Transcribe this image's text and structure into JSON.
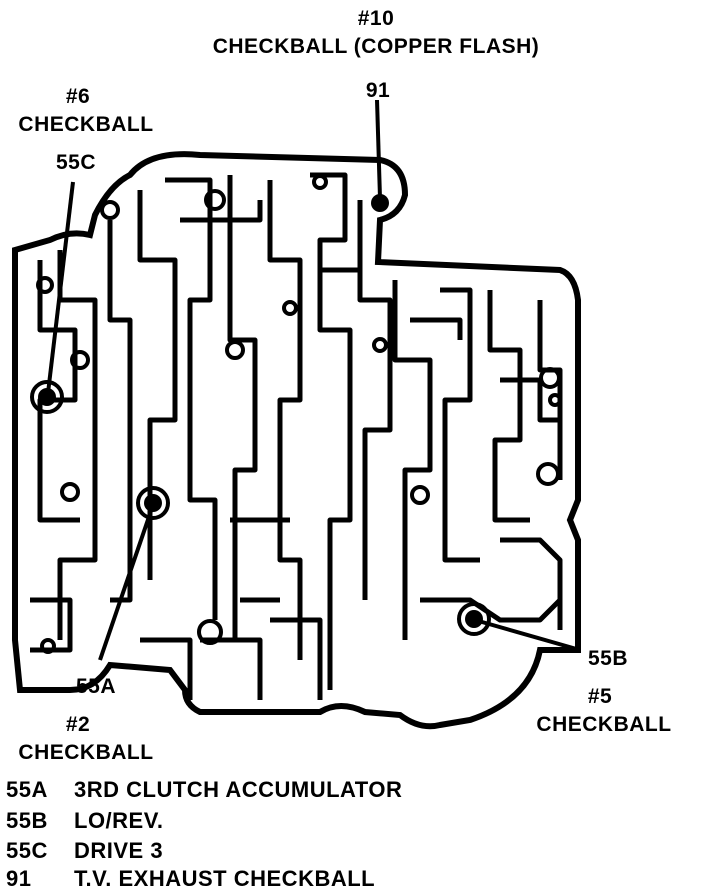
{
  "callouts": {
    "checkball_10": {
      "number": "#10",
      "name": "CHECKBALL (COPPER FLASH)",
      "code": "91"
    },
    "checkball_6": {
      "number": "#6",
      "name": "CHECKBALL",
      "code": "55C"
    },
    "checkball_2": {
      "number": "#2",
      "name": "CHECKBALL",
      "code": "55A"
    },
    "checkball_5": {
      "number": "#5",
      "name": "CHECKBALL",
      "code": "55B"
    }
  },
  "legend": [
    {
      "code": "55A",
      "description": "3RD CLUTCH ACCUMULATOR"
    },
    {
      "code": "55B",
      "description": "LO/REV."
    },
    {
      "code": "55C",
      "description": "DRIVE 3"
    },
    {
      "code": "91",
      "description": "T.V. EXHAUST CHECKBALL"
    }
  ]
}
